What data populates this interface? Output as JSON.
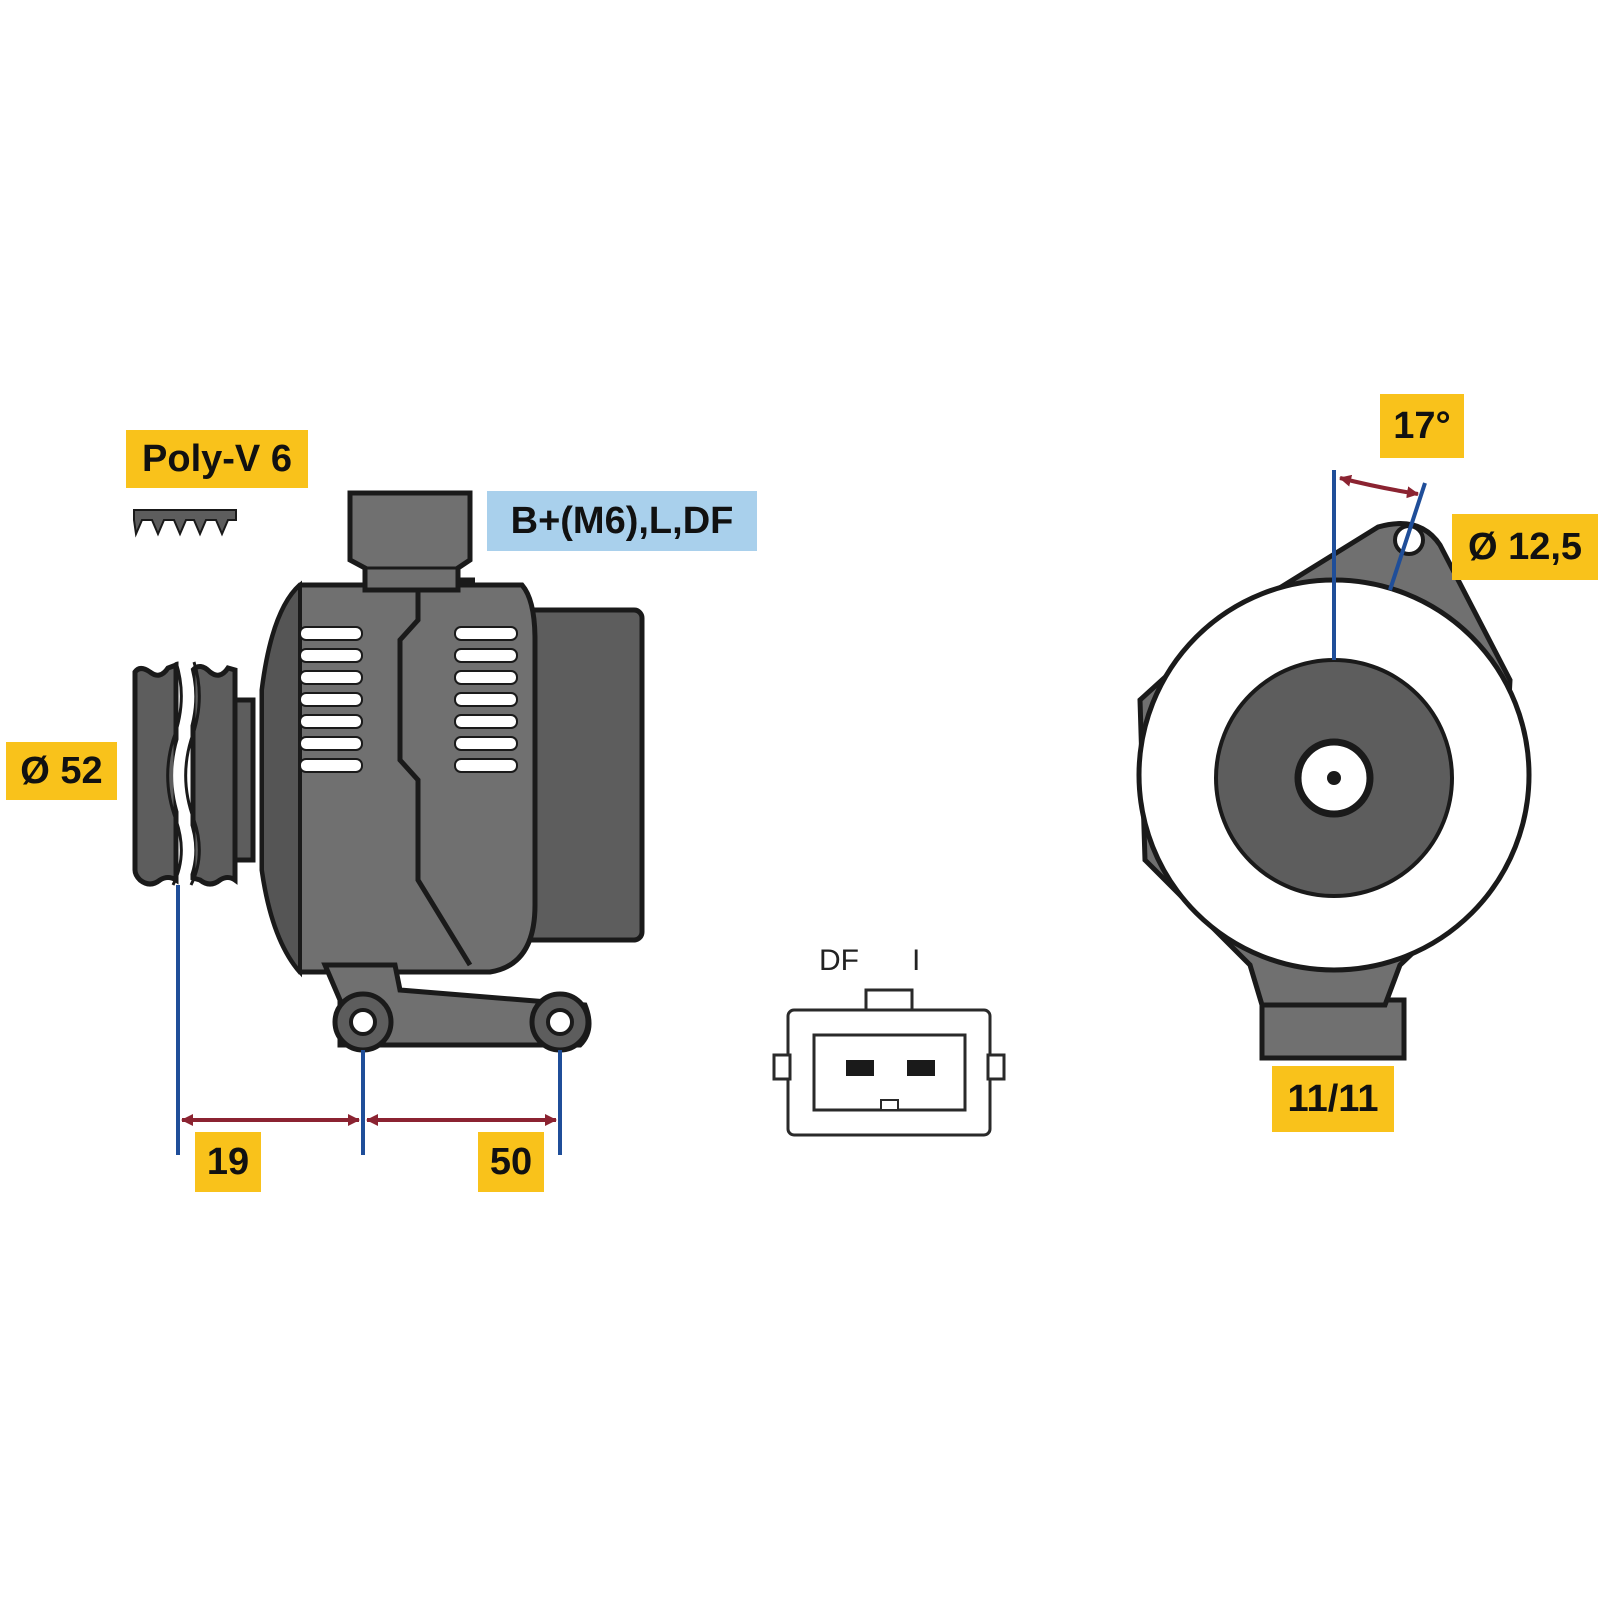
{
  "labels": {
    "belt": "Poly-V 6",
    "terminals": "B+(M6),L,DF",
    "pulley_diameter": "Ø 52",
    "dim_left": "19",
    "dim_right": "50",
    "angle": "17°",
    "hole_diameter": "Ø 12,5",
    "mount_width": "11/11"
  },
  "connector": {
    "pins": [
      "DF",
      "I"
    ]
  },
  "colors": {
    "label_fill": "#f9c21b",
    "terminal_fill": "#a9d0ec",
    "body_dark": "#5d5d5d",
    "body_mid": "#707070",
    "outline": "#1a1a1a",
    "dimension_line": "#1f4e99",
    "dimension_arrow": "#8b2331"
  }
}
